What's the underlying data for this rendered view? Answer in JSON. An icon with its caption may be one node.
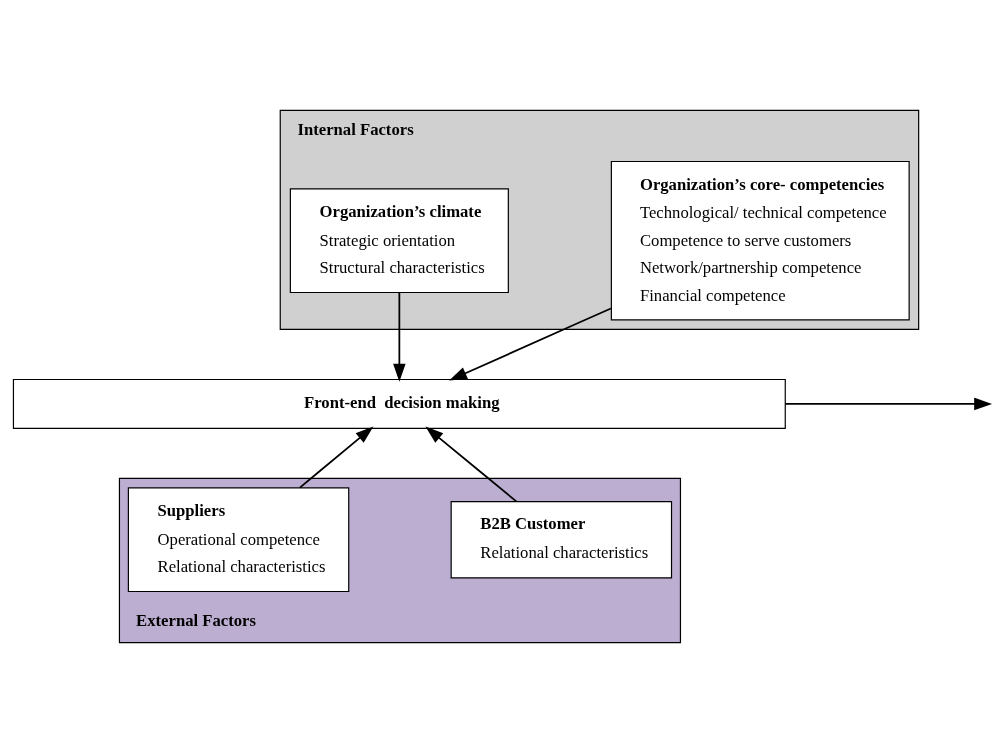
{
  "diagram": {
    "nodes": [
      {
        "text": [
          "Internal Factors"
        ]
      },
      {
        "text": [
          "Organization’s core- competencies",
          "Technological/ technical competence",
          "Competence to serve customers",
          "Network/partnership competence",
          "Financial competence"
        ],
        "in": 0
      },
      {
        "text": [
          "Organization’s climate",
          "Strategic orientation",
          "Structural characteristics"
        ],
        "in": 0
      },
      {
        "text": [
          "Front-end  decision making"
        ]
      },
      {
        "text": [
          "External Factors"
        ]
      },
      {
        "text": [
          "B2B Customer",
          "Relational characteristics"
        ],
        "in": 4
      },
      {
        "text": [
          "Suppliers",
          "Operational competence",
          "Relational characteristics"
        ],
        "in": 4
      }
    ],
    "edges": [
      {
        "from": 1,
        "to": 3,
        "arrow": "to"
      },
      {
        "from": 2,
        "to": 3,
        "arrow": "to"
      },
      {
        "from": 5,
        "to": 3,
        "arrow": "to"
      },
      {
        "from": 6,
        "to": 3,
        "arrow": "to"
      },
      {
        "from": 3,
        "to": null,
        "arrow": "to"
      }
    ]
  }
}
